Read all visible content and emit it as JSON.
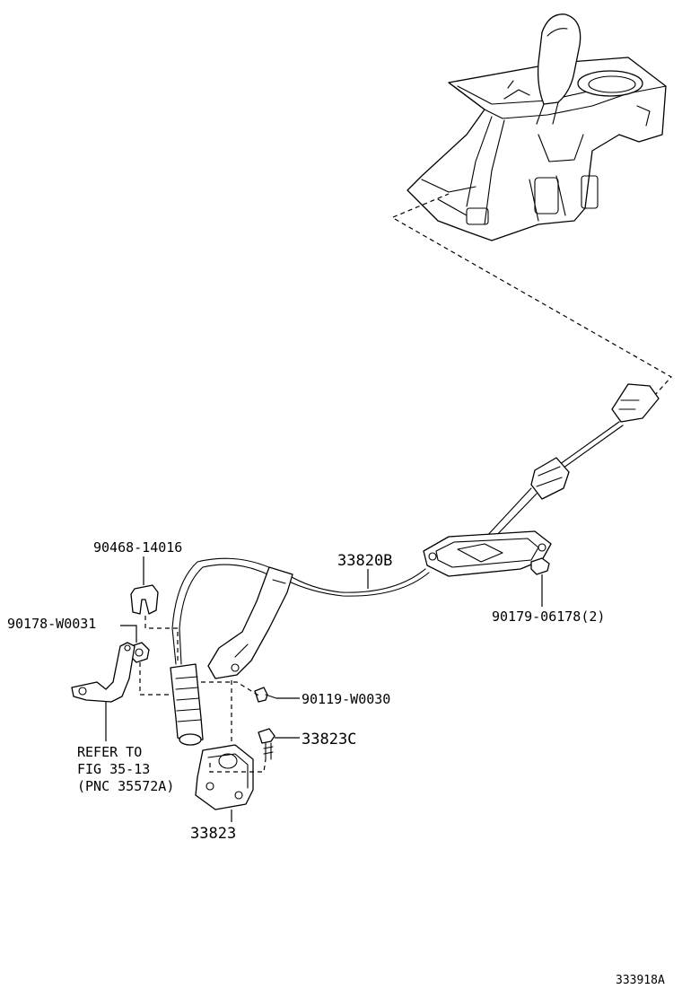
{
  "labels": {
    "part_90468_14016": "90468-14016",
    "part_90178_W0031": "90178-W0031",
    "part_33820B": "33820B",
    "part_90179_06178": "90179-06178(2)",
    "part_90119_W0030": "90119-W0030",
    "part_33823C": "33823C",
    "part_33823": "33823",
    "refer_line1": "REFER TO",
    "refer_line2": "FIG 35-13",
    "refer_line3": "(PNC 35572A)",
    "figure_id": "333918A"
  }
}
